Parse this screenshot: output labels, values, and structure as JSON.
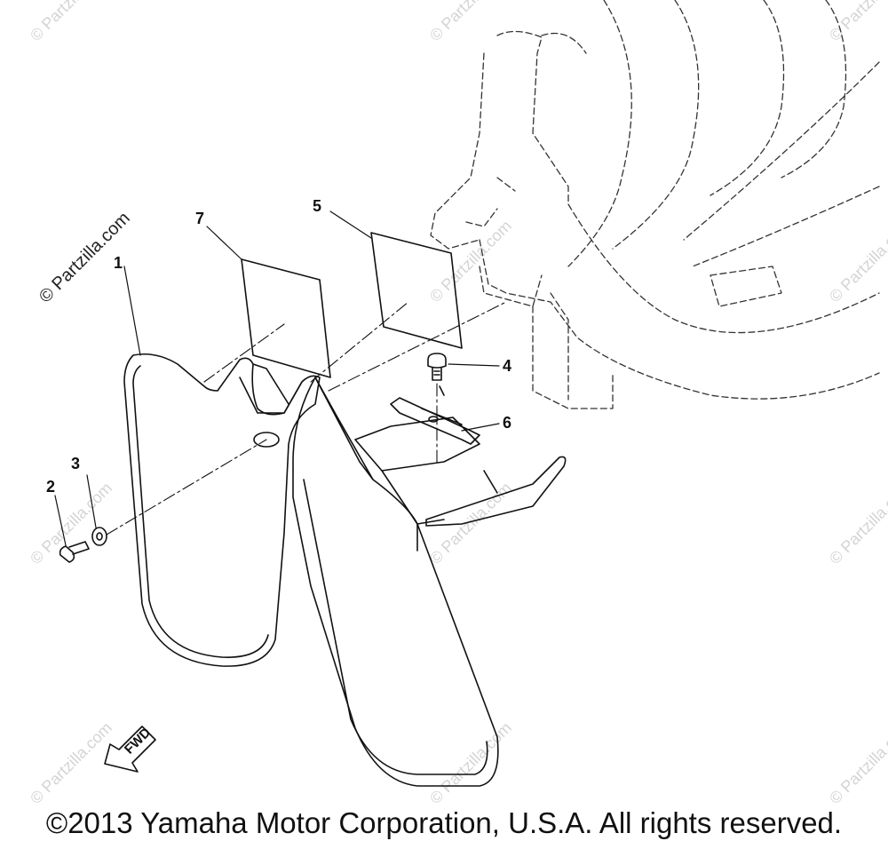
{
  "watermark": {
    "main": "© Partzilla.com",
    "repeat": "© Partzilla.com"
  },
  "callouts": [
    "1",
    "2",
    "3",
    "4",
    "5",
    "6",
    "7"
  ],
  "fwd_label": "FWD",
  "copyright": "©2013 Yamaha Motor Corporation, U.S.A. All rights reserved."
}
